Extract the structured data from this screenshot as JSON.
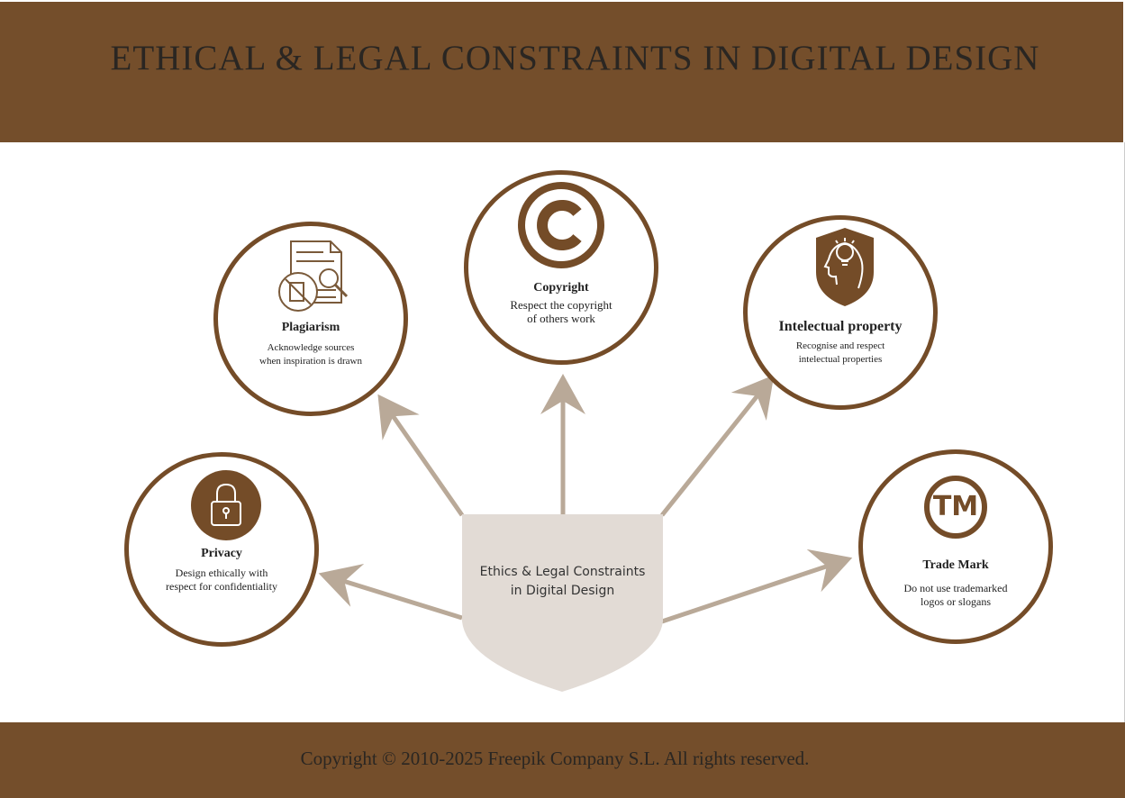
{
  "header": {
    "title": "ETHICAL & LEGAL CONSTRAINTS IN DIGITAL DESIGN"
  },
  "center": {
    "line1": "Ethics & Legal Constraints",
    "line2": "in Digital Design"
  },
  "nodes": {
    "plagiarism": {
      "title": "Plagiarism",
      "line1": "Acknowledge sources",
      "line2": "when inspiration is drawn"
    },
    "copyright": {
      "title": "Copyright",
      "line1": "Respect the copyright",
      "line2": "of others work"
    },
    "ip": {
      "title": "Intelectual property",
      "line1": "Recognise and respect",
      "line2": "intelectual properties"
    },
    "privacy": {
      "title": "Privacy",
      "line1": "Design ethically with",
      "line2": "respect for confidentiality"
    },
    "trademark": {
      "title": "Trade Mark",
      "line1": "Do not use trademarked",
      "line2": "logos or slogans",
      "icon_text": "TM"
    }
  },
  "footer": {
    "copyright": "Copyright © 2010-2025 Freepik Company S.L. All rights reserved."
  },
  "colors": {
    "brown": "#744e2b",
    "arrow": "#b9a998",
    "shield": "#e2dbd5"
  }
}
